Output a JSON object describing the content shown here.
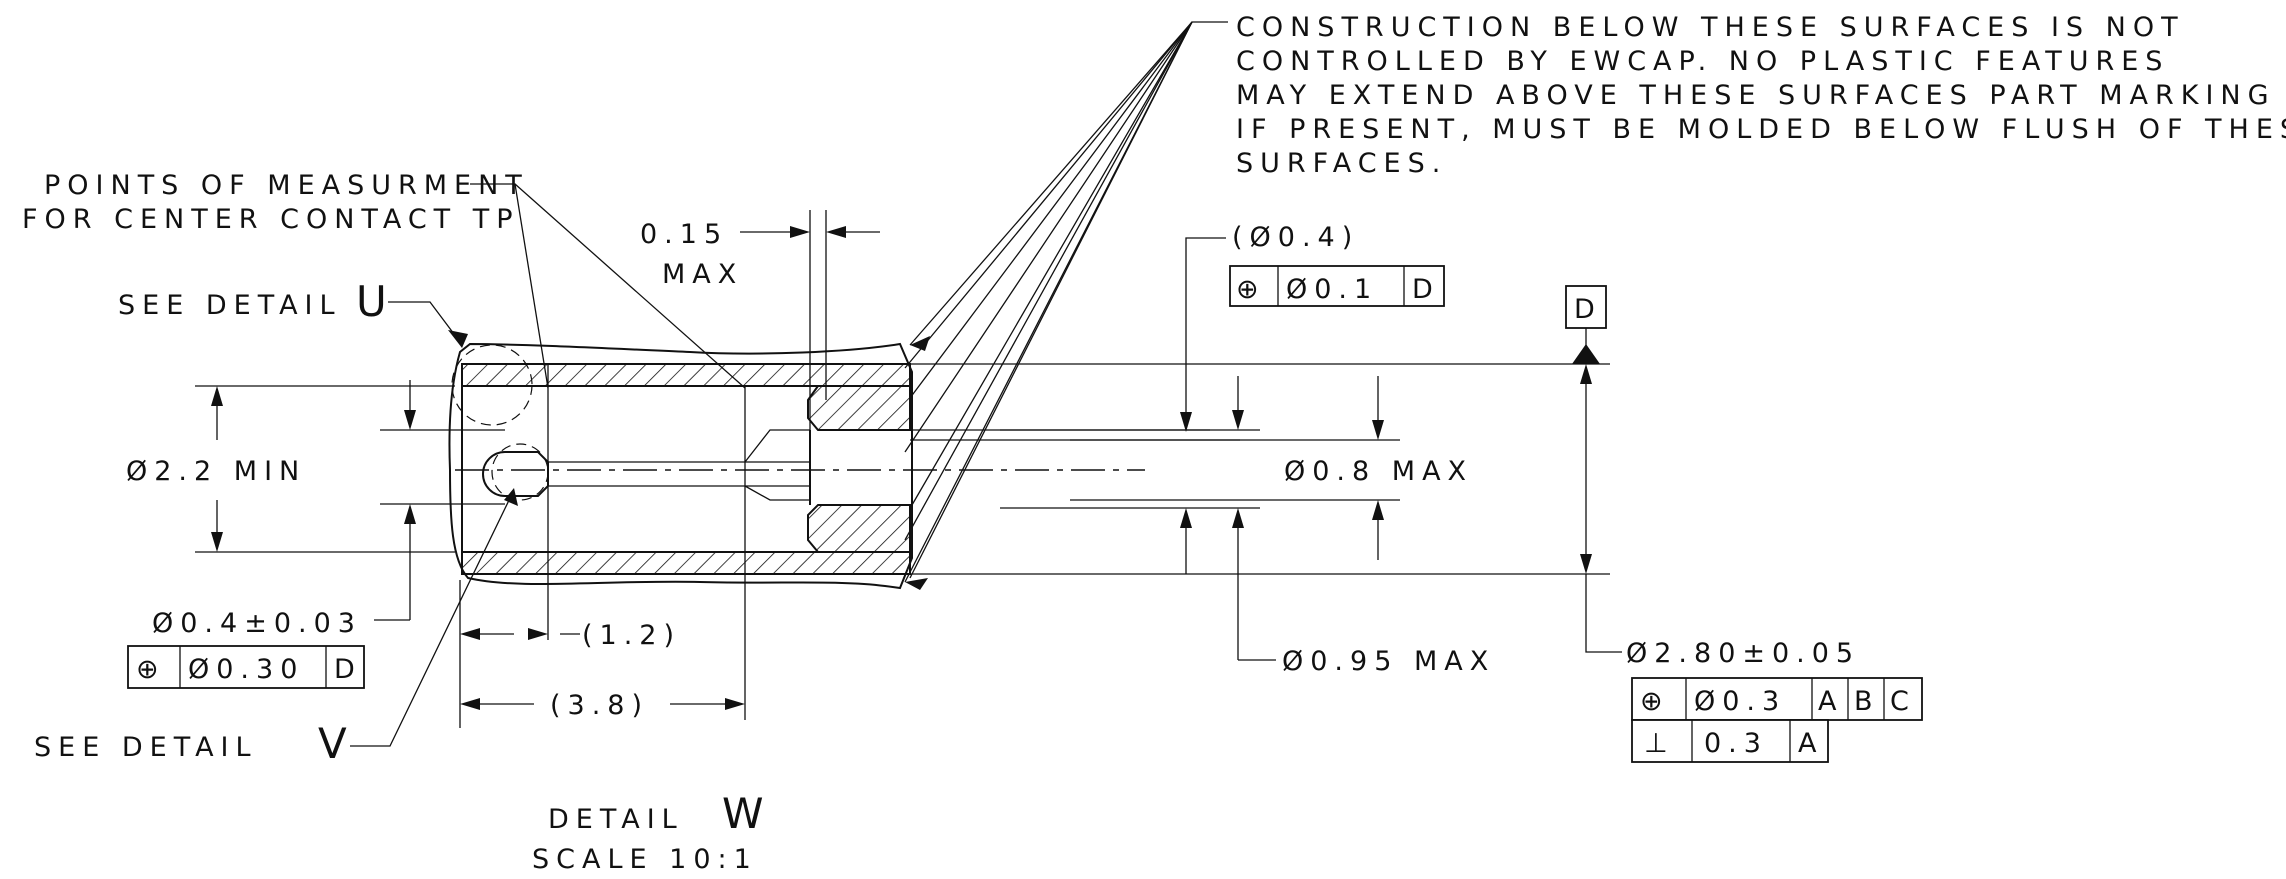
{
  "note": {
    "lines": [
      "CONSTRUCTION BELOW THESE SURFACES IS NOT",
      "CONTROLLED BY EWCAP. NO PLASTIC FEATURES",
      "MAY EXTEND ABOVE THESE SURFACES PART MARKING",
      "IF PRESENT, MUST BE MOLDED BELOW FLUSH OF THESE",
      "SURFACES."
    ]
  },
  "callouts": {
    "points_of_measurement_line1": "POINTS OF MEASURMENT",
    "points_of_measurement_line2": "FOR CENTER CONTACT TP",
    "see_detail_u_text": "SEE DETAIL",
    "see_detail_u_letter": "U",
    "see_detail_v_text": "SEE DETAIL",
    "see_detail_v_letter": "V"
  },
  "dimensions": {
    "max_015_value": "0.15",
    "max_015_suffix": "MAX",
    "dia_04_ref": "(Ø0.4)",
    "dia_22_min": "Ø2.2 MIN",
    "dia_08_max": "Ø0.8 MAX",
    "dia_095_max": "Ø0.95 MAX",
    "dia_04_tol": "Ø0.4±0.03",
    "len_12": "(1.2)",
    "len_38": "(3.8)",
    "dia_280_tol": "Ø2.80±0.05"
  },
  "datum": {
    "label": "D"
  },
  "feature_frames": {
    "top": [
      "⊕",
      "Ø0.1",
      "D"
    ],
    "left": [
      "⊕",
      "Ø0.30",
      "D"
    ],
    "right_position": [
      "⊕",
      "Ø0.3",
      "A",
      "B",
      "C"
    ],
    "right_perpendicular": [
      "⊥",
      "0.3",
      "A"
    ]
  },
  "detail_title": {
    "label": "DETAIL",
    "letter": "W",
    "scale": "SCALE  10:1"
  }
}
